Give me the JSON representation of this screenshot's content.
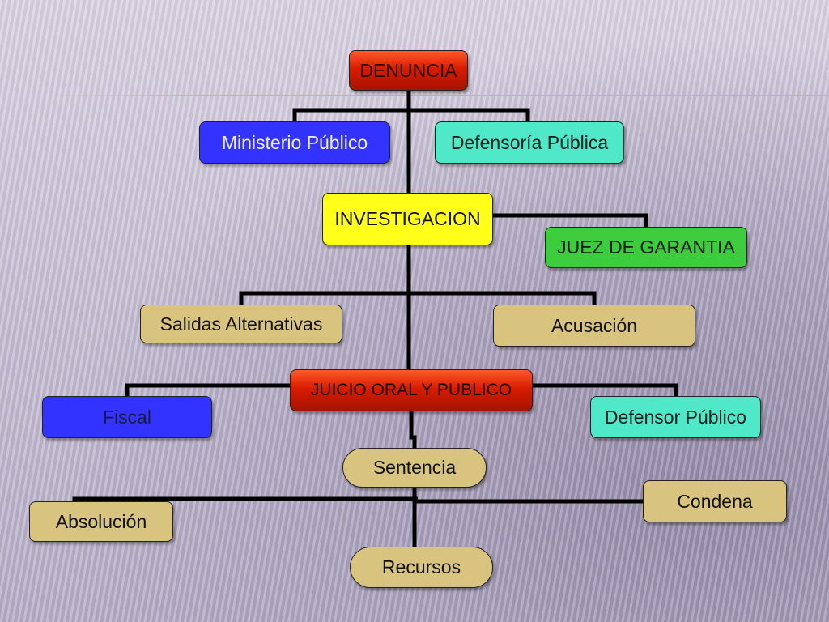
{
  "diagram": {
    "nodes": {
      "denuncia": "DENUNCIA",
      "ministerio_publico": "Ministerio Público",
      "defensoria_publica": "Defensoría Pública",
      "investigacion": "INVESTIGACION",
      "juez_de_garantia": "JUEZ DE GARANTIA",
      "salidas_alternativas": "Salidas Alternativas",
      "acusacion": "Acusación",
      "juicio_oral": "JUICIO ORAL Y PUBLICO",
      "fiscal": "Fiscal",
      "defensor_publico": "Defensor Público",
      "sentencia": "Sentencia",
      "condena": "Condena",
      "absolucion": "Absolución",
      "recursos": "Recursos"
    },
    "colors": {
      "red": "#d81c00",
      "blue": "#3333ff",
      "aqua": "#4fe8c9",
      "yellow": "#ffff1a",
      "green": "#3dcc3d",
      "tan": "#d8c47e",
      "accent_line": "#d6b26e"
    }
  }
}
